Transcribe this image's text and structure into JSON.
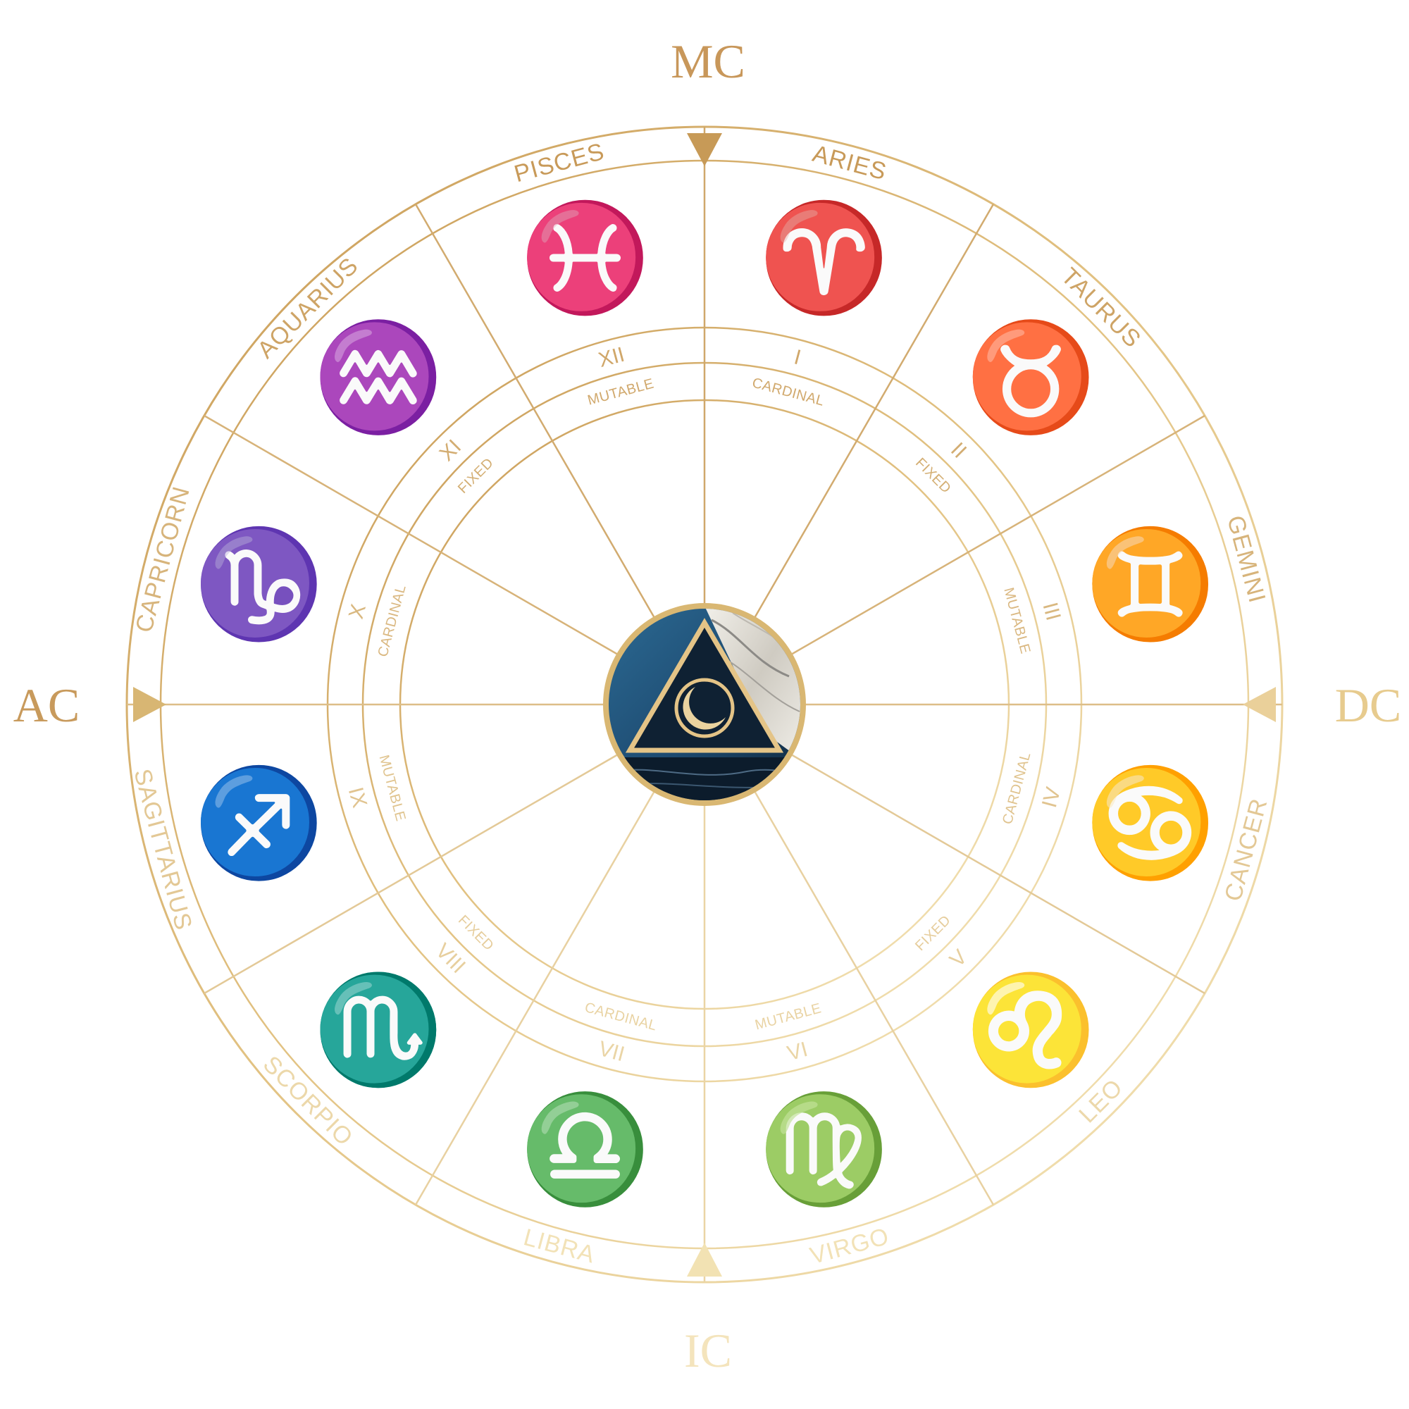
{
  "axes": {
    "top": "MC",
    "left": "AC",
    "right": "DC",
    "bottom": "IC"
  },
  "signs": [
    {
      "name": "ARIES",
      "glyph": "♈",
      "icon": "aries-icon"
    },
    {
      "name": "TAURUS",
      "glyph": "♉",
      "icon": "taurus-icon"
    },
    {
      "name": "GEMINI",
      "glyph": "♊",
      "icon": "gemini-icon"
    },
    {
      "name": "CANCER",
      "glyph": "♋",
      "icon": "cancer-icon"
    },
    {
      "name": "LEO",
      "glyph": "♌",
      "icon": "leo-icon"
    },
    {
      "name": "VIRGO",
      "glyph": "♍",
      "icon": "virgo-icon"
    },
    {
      "name": "LIBRA",
      "glyph": "♎",
      "icon": "libra-icon"
    },
    {
      "name": "SCORPIO",
      "glyph": "♏",
      "icon": "scorpio-icon"
    },
    {
      "name": "SAGITTARIUS",
      "glyph": "♐",
      "icon": "sagittarius-icon"
    },
    {
      "name": "CAPRICORN",
      "glyph": "♑",
      "icon": "capricorn-icon"
    },
    {
      "name": "AQUARIUS",
      "glyph": "♒",
      "icon": "aquarius-icon"
    },
    {
      "name": "PISCES",
      "glyph": "♓",
      "icon": "pisces-icon"
    }
  ],
  "houses": [
    "I",
    "II",
    "III",
    "IV",
    "V",
    "VI",
    "VII",
    "VIII",
    "IX",
    "X",
    "XI",
    "XII"
  ],
  "modalities": [
    "CARDINAL",
    "FIXED",
    "MUTABLE",
    "CARDINAL",
    "FIXED",
    "MUTABLE",
    "CARDINAL",
    "FIXED",
    "MUTABLE",
    "CARDINAL",
    "FIXED",
    "MUTABLE"
  ],
  "center": {
    "icon": "triangle-moon-icon"
  },
  "colors": {
    "gold_dark": "#c5964f",
    "gold_mid": "#dcbb78",
    "gold_light": "#f1dfae",
    "navy": "#13253b",
    "ocean": "#1f4e78",
    "marble": "#e9e6df"
  }
}
